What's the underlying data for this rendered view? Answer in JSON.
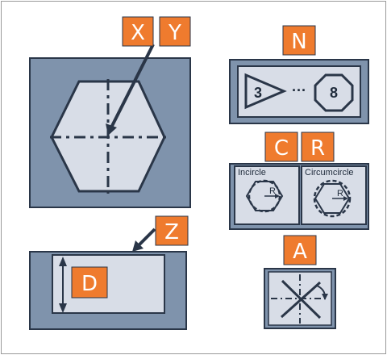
{
  "labels": {
    "x": "X",
    "y": "Y",
    "n": "N",
    "c": "C",
    "r": "R",
    "z": "Z",
    "a": "A",
    "d": "D"
  },
  "polygon_panel": {
    "start_sides": "3",
    "ellipsis": "···",
    "end_sides": "8"
  },
  "radius_panel": {
    "incircle_label": "Incircle",
    "circumcircle_label": "Circumcircle",
    "radius_symbol": "R"
  },
  "colors": {
    "tag_orange": "#ef7b2e",
    "panel_blue": "#7f93ac",
    "panel_light": "#d8dde7",
    "stroke_dark": "#2a3648"
  }
}
